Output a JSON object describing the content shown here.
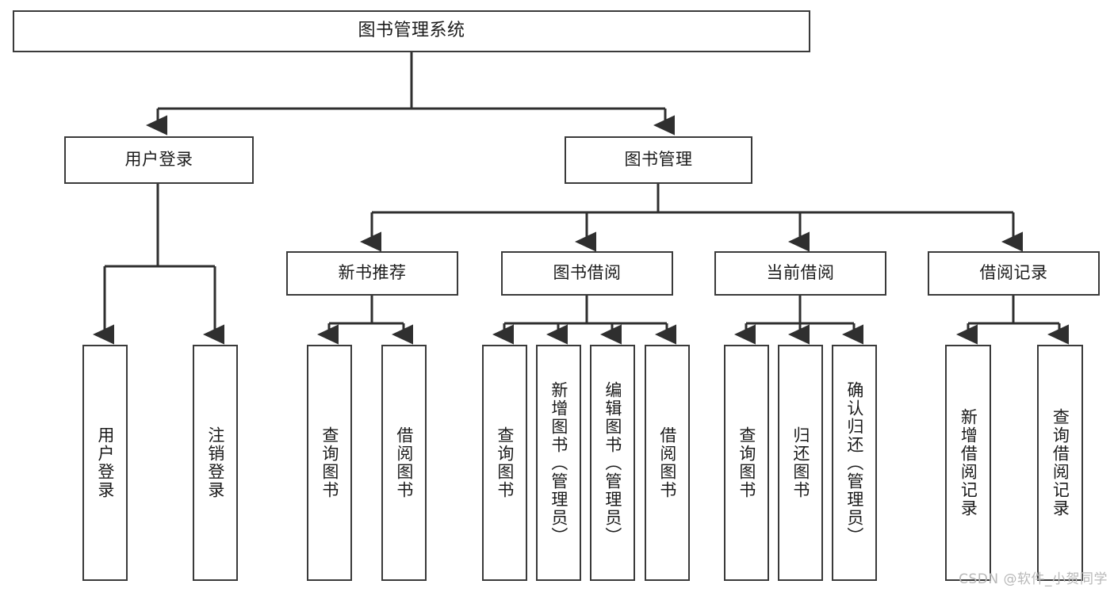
{
  "diagram": {
    "title": "图书管理系统",
    "type": "tree-hierarchy",
    "colors": {
      "background": "#ffffff",
      "box_border": "#3a3a3a",
      "box_fill": "#ffffff",
      "connector": "#2f2f2f",
      "text": "#1b1b1b",
      "watermark": "#b8b8b8"
    },
    "root": {
      "label": "图书管理系统"
    },
    "level2": [
      {
        "id": "user-login",
        "label": "用户登录"
      },
      {
        "id": "book-manage",
        "label": "图书管理"
      }
    ],
    "level3": [
      {
        "id": "new-book-recommend",
        "label": "新书推荐"
      },
      {
        "id": "book-borrow",
        "label": "图书借阅"
      },
      {
        "id": "current-borrow",
        "label": "当前借阅"
      },
      {
        "id": "borrow-record",
        "label": "借阅记录"
      }
    ],
    "leaves": {
      "user-login": [
        {
          "id": "leaf-user-login",
          "label": "用户登录"
        },
        {
          "id": "leaf-user-logout",
          "label": "注销登录"
        }
      ],
      "new-book-recommend": [
        {
          "id": "leaf-query-book-1",
          "label": "查询图书"
        },
        {
          "id": "leaf-borrow-book-1",
          "label": "借阅图书"
        }
      ],
      "book-borrow": [
        {
          "id": "leaf-query-book-2",
          "label": "查询图书"
        },
        {
          "id": "leaf-add-book",
          "label": "新增图书（管理员）"
        },
        {
          "id": "leaf-edit-book",
          "label": "编辑图书（管理员）"
        },
        {
          "id": "leaf-borrow-book-2",
          "label": "借阅图书"
        }
      ],
      "current-borrow": [
        {
          "id": "leaf-query-book-3",
          "label": "查询图书"
        },
        {
          "id": "leaf-return-book",
          "label": "归还图书"
        },
        {
          "id": "leaf-confirm-return",
          "label": "确认归还（管理员）"
        }
      ],
      "borrow-record": [
        {
          "id": "leaf-add-record",
          "label": "新增借阅记录"
        },
        {
          "id": "leaf-query-record",
          "label": "查询借阅记录"
        }
      ]
    }
  },
  "watermark": {
    "text": "CSDN @软件_小贺同学"
  }
}
